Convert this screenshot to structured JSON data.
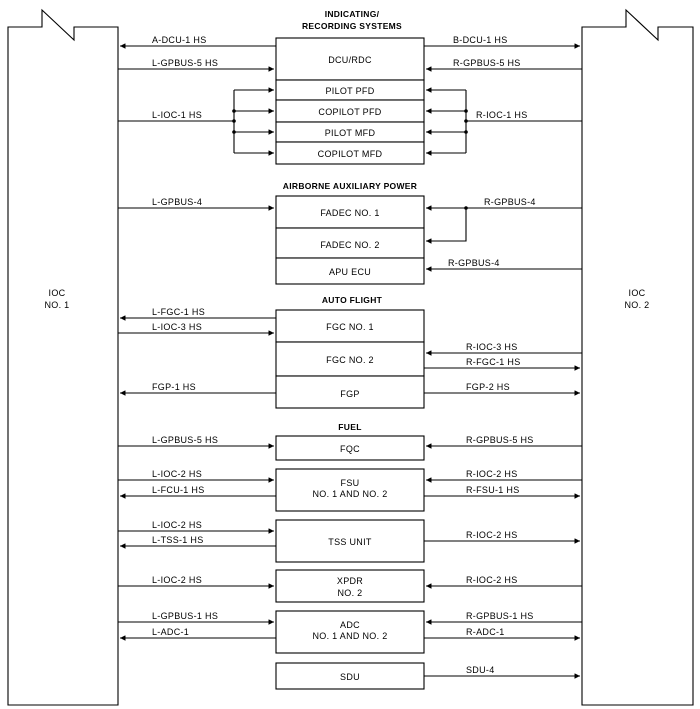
{
  "ioc_left": {
    "line1": "IOC",
    "line2": "NO. 1"
  },
  "ioc_right": {
    "line1": "IOC",
    "line2": "NO. 2"
  },
  "sections": {
    "indicating": {
      "line1": "INDICATING/",
      "line2": "RECORDING SYSTEMS"
    },
    "aap": "AIRBORNE AUXILIARY POWER",
    "auto_flight": "AUTO FLIGHT",
    "fuel": "FUEL"
  },
  "boxes": {
    "dcu": "DCU/RDC",
    "pilot_pfd": "PILOT PFD",
    "copilot_pfd": "COPILOT PFD",
    "pilot_mfd": "PILOT MFD",
    "copilot_mfd": "COPILOT MFD",
    "fadec1": "FADEC NO. 1",
    "fadec2": "FADEC NO. 2",
    "apu_ecu": "APU ECU",
    "fgc1": "FGC NO. 1",
    "fgc2": "FGC NO. 2",
    "fgp": "FGP",
    "fqc": "FQC",
    "fsu_line1": "FSU",
    "fsu_line2": "NO. 1 AND NO. 2",
    "tss": "TSS UNIT",
    "xpdr_line1": "XPDR",
    "xpdr_line2": "NO. 2",
    "adc_line1": "ADC",
    "adc_line2": "NO. 1 AND NO. 2",
    "sdu": "SDU"
  },
  "left_signals": {
    "a_dcu": "A-DCU-1 HS",
    "l_gpbus5": "L-GPBUS-5 HS",
    "l_ioc1": "L-IOC-1 HS",
    "l_gpbus4": "L-GPBUS-4",
    "l_fgc1": "L-FGC-1 HS",
    "l_ioc3": "L-IOC-3 HS",
    "fgp1": "FGP-1 HS",
    "l_gpbus5_fuel": "L-GPBUS-5 HS",
    "l_ioc2_fsu": "L-IOC-2 HS",
    "l_fcu1": "L-FCU-1 HS",
    "l_ioc2_tss": "L-IOC-2 HS",
    "l_tss1": "L-TSS-1 HS",
    "l_ioc2_xpdr": "L-IOC-2 HS",
    "l_gpbus1": "L-GPBUS-1 HS",
    "l_adc1": "L-ADC-1"
  },
  "right_signals": {
    "b_dcu": "B-DCU-1 HS",
    "r_gpbus5": "R-GPBUS-5 HS",
    "r_ioc1": "R-IOC-1 HS",
    "r_gpbus4": "R-GPBUS-4",
    "r_gpbus4_apu": "R-GPBUS-4",
    "r_ioc3": "R-IOC-3 HS",
    "r_fgc1": "R-FGC-1 HS",
    "fgp2": "FGP-2 HS",
    "r_gpbus5_fuel": "R-GPBUS-5 HS",
    "r_ioc2_fsu": "R-IOC-2 HS",
    "r_fsu1": "R-FSU-1 HS",
    "r_ioc2_tss": "R-IOC-2 HS",
    "r_ioc2_xpdr": "R-IOC-2 HS",
    "r_gpbus1": "R-GPBUS-1 HS",
    "r_adc1": "R-ADC-1",
    "sdu4": "SDU-4"
  }
}
